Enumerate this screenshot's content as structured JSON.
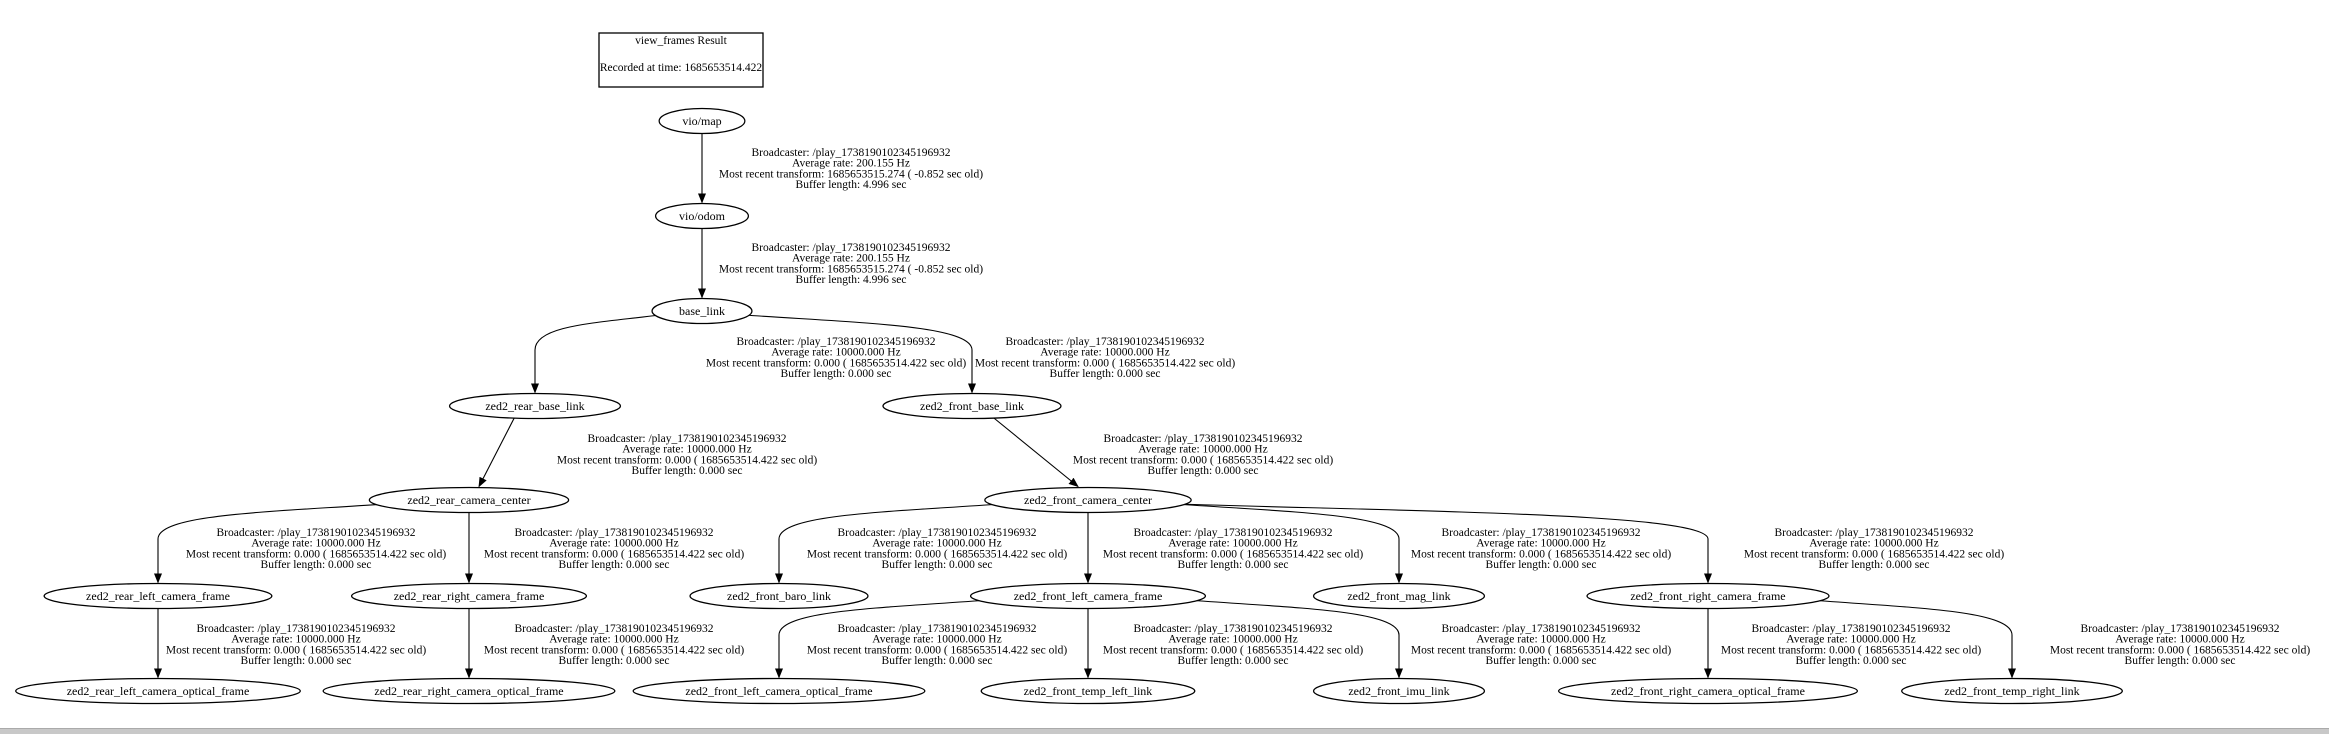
{
  "title_box": {
    "title": "view_frames Result",
    "recorded": "Recorded at time: 1685653514.422"
  },
  "nodes": [
    {
      "id": "vio/map"
    },
    {
      "id": "vio/odom"
    },
    {
      "id": "base_link"
    },
    {
      "id": "zed2_rear_base_link"
    },
    {
      "id": "zed2_front_base_link"
    },
    {
      "id": "zed2_rear_camera_center"
    },
    {
      "id": "zed2_front_camera_center"
    },
    {
      "id": "zed2_rear_left_camera_frame"
    },
    {
      "id": "zed2_rear_right_camera_frame"
    },
    {
      "id": "zed2_front_baro_link"
    },
    {
      "id": "zed2_front_left_camera_frame"
    },
    {
      "id": "zed2_front_mag_link"
    },
    {
      "id": "zed2_front_right_camera_frame"
    },
    {
      "id": "zed2_rear_left_camera_optical_frame"
    },
    {
      "id": "zed2_rear_right_camera_optical_frame"
    },
    {
      "id": "zed2_front_left_camera_optical_frame"
    },
    {
      "id": "zed2_front_temp_left_link"
    },
    {
      "id": "zed2_front_imu_link"
    },
    {
      "id": "zed2_front_right_camera_optical_frame"
    },
    {
      "id": "zed2_front_temp_right_link"
    }
  ],
  "edges": [
    {
      "from": "vio/map",
      "to": "vio/odom",
      "lines": [
        "Broadcaster: /play_1738190102345196932",
        "Average rate: 200.155 Hz",
        "Most recent transform: 1685653515.274 ( -0.852 sec old)",
        "Buffer length: 4.996 sec"
      ]
    },
    {
      "from": "vio/odom",
      "to": "base_link",
      "lines": [
        "Broadcaster: /play_1738190102345196932",
        "Average rate: 200.155 Hz",
        "Most recent transform: 1685653515.274 ( -0.852 sec old)",
        "Buffer length: 4.996 sec"
      ]
    },
    {
      "from": "base_link",
      "to": "zed2_rear_base_link",
      "lines": [
        "Broadcaster: /play_1738190102345196932",
        "Average rate: 10000.000 Hz",
        "Most recent transform: 0.000 ( 1685653514.422 sec old)",
        "Buffer length: 0.000 sec"
      ]
    },
    {
      "from": "base_link",
      "to": "zed2_front_base_link",
      "lines": [
        "Broadcaster: /play_1738190102345196932",
        "Average rate: 10000.000 Hz",
        "Most recent transform: 0.000 ( 1685653514.422 sec old)",
        "Buffer length: 0.000 sec"
      ]
    },
    {
      "from": "zed2_rear_base_link",
      "to": "zed2_rear_camera_center",
      "lines": [
        "Broadcaster: /play_1738190102345196932",
        "Average rate: 10000.000 Hz",
        "Most recent transform: 0.000 ( 1685653514.422 sec old)",
        "Buffer length: 0.000 sec"
      ]
    },
    {
      "from": "zed2_front_base_link",
      "to": "zed2_front_camera_center",
      "lines": [
        "Broadcaster: /play_1738190102345196932",
        "Average rate: 10000.000 Hz",
        "Most recent transform: 0.000 ( 1685653514.422 sec old)",
        "Buffer length: 0.000 sec"
      ]
    },
    {
      "from": "zed2_rear_camera_center",
      "to": "zed2_rear_left_camera_frame",
      "lines": [
        "Broadcaster: /play_1738190102345196932",
        "Average rate: 10000.000 Hz",
        "Most recent transform: 0.000 ( 1685653514.422 sec old)",
        "Buffer length: 0.000 sec"
      ]
    },
    {
      "from": "zed2_rear_camera_center",
      "to": "zed2_rear_right_camera_frame",
      "lines": [
        "Broadcaster: /play_1738190102345196932",
        "Average rate: 10000.000 Hz",
        "Most recent transform: 0.000 ( 1685653514.422 sec old)",
        "Buffer length: 0.000 sec"
      ]
    },
    {
      "from": "zed2_front_camera_center",
      "to": "zed2_front_baro_link",
      "lines": [
        "Broadcaster: /play_1738190102345196932",
        "Average rate: 10000.000 Hz",
        "Most recent transform: 0.000 ( 1685653514.422 sec old)",
        "Buffer length: 0.000 sec"
      ]
    },
    {
      "from": "zed2_front_camera_center",
      "to": "zed2_front_left_camera_frame",
      "lines": [
        "Broadcaster: /play_1738190102345196932",
        "Average rate: 10000.000 Hz",
        "Most recent transform: 0.000 ( 1685653514.422 sec old)",
        "Buffer length: 0.000 sec"
      ]
    },
    {
      "from": "zed2_front_camera_center",
      "to": "zed2_front_mag_link",
      "lines": [
        "Broadcaster: /play_1738190102345196932",
        "Average rate: 10000.000 Hz",
        "Most recent transform: 0.000 ( 1685653514.422 sec old)",
        "Buffer length: 0.000 sec"
      ]
    },
    {
      "from": "zed2_front_camera_center",
      "to": "zed2_front_right_camera_frame",
      "lines": [
        "Broadcaster: /play_1738190102345196932",
        "Average rate: 10000.000 Hz",
        "Most recent transform: 0.000 ( 1685653514.422 sec old)",
        "Buffer length: 0.000 sec"
      ]
    },
    {
      "from": "zed2_rear_left_camera_frame",
      "to": "zed2_rear_left_camera_optical_frame",
      "lines": [
        "Broadcaster: /play_1738190102345196932",
        "Average rate: 10000.000 Hz",
        "Most recent transform: 0.000 ( 1685653514.422 sec old)",
        "Buffer length: 0.000 sec"
      ]
    },
    {
      "from": "zed2_rear_right_camera_frame",
      "to": "zed2_rear_right_camera_optical_frame",
      "lines": [
        "Broadcaster: /play_1738190102345196932",
        "Average rate: 10000.000 Hz",
        "Most recent transform: 0.000 ( 1685653514.422 sec old)",
        "Buffer length: 0.000 sec"
      ]
    },
    {
      "from": "zed2_front_left_camera_frame",
      "to": "zed2_front_left_camera_optical_frame",
      "lines": [
        "Broadcaster: /play_1738190102345196932",
        "Average rate: 10000.000 Hz",
        "Most recent transform: 0.000 ( 1685653514.422 sec old)",
        "Buffer length: 0.000 sec"
      ]
    },
    {
      "from": "zed2_front_left_camera_frame",
      "to": "zed2_front_temp_left_link",
      "lines": [
        "Broadcaster: /play_1738190102345196932",
        "Average rate: 10000.000 Hz",
        "Most recent transform: 0.000 ( 1685653514.422 sec old)",
        "Buffer length: 0.000 sec"
      ]
    },
    {
      "from": "zed2_front_left_camera_frame",
      "to": "zed2_front_imu_link",
      "lines": [
        "Broadcaster: /play_1738190102345196932",
        "Average rate: 10000.000 Hz",
        "Most recent transform: 0.000 ( 1685653514.422 sec old)",
        "Buffer length: 0.000 sec"
      ]
    },
    {
      "from": "zed2_front_right_camera_frame",
      "to": "zed2_front_right_camera_optical_frame",
      "lines": [
        "Broadcaster: /play_1738190102345196932",
        "Average rate: 10000.000 Hz",
        "Most recent transform: 0.000 ( 1685653514.422 sec old)",
        "Buffer length: 0.000 sec"
      ]
    },
    {
      "from": "zed2_front_right_camera_frame",
      "to": "zed2_front_temp_right_link",
      "lines": [
        "Broadcaster: /play_1738190102345196932",
        "Average rate: 10000.000 Hz",
        "Most recent transform: 0.000 ( 1685653514.422 sec old)",
        "Buffer length: 0.000 sec"
      ]
    }
  ]
}
